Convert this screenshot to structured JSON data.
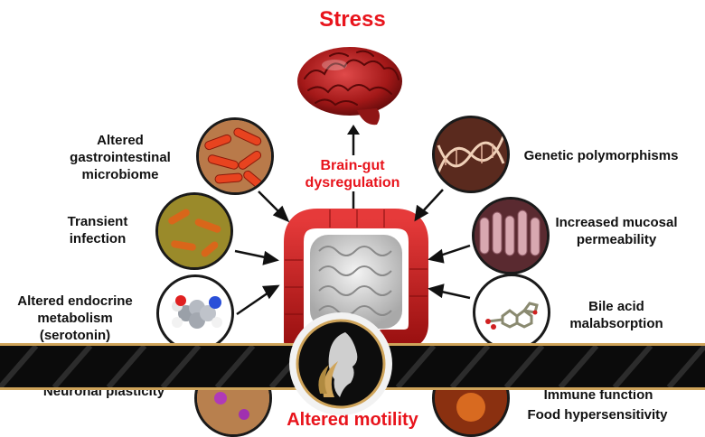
{
  "title": "Stress",
  "center_label_line1": "Brain-gut",
  "center_label_line2": "dysregulation",
  "bottom_label": "Altered motility",
  "left": {
    "microbiome": [
      "Altered",
      "gastrointestinal",
      "microbiome"
    ],
    "infection": [
      "Transient",
      "infection"
    ],
    "endocrine": [
      "Altered endocrine",
      "metabolism",
      "(serotonin)"
    ],
    "neuronal": "Neuronal plasticity"
  },
  "right": {
    "genetic": "Genetic polymorphisms",
    "mucosal": [
      "Increased mucosal",
      "permeability"
    ],
    "bile": [
      "Bile acid",
      "malabsorption"
    ],
    "immune": "Immune function",
    "food": "Food hypersensitivity"
  },
  "colors": {
    "accent_red": "#e8141c",
    "banner": "#0b0b0b",
    "banner_trim": "#cfa45a"
  },
  "icons": [
    "brain-icon",
    "colon-icon",
    "bacteria-icon",
    "dna-icon",
    "villi-icon",
    "molecule-icon",
    "logo-icon"
  ]
}
